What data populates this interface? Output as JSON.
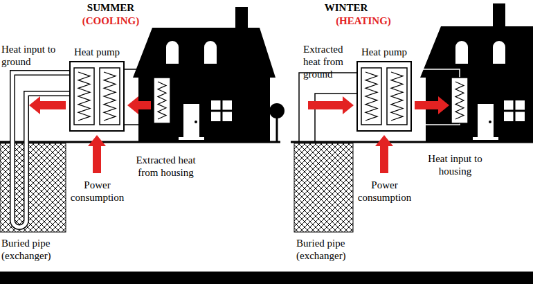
{
  "diagram": {
    "nodes": [
      {
        "text": [
          "Heat pump"
        ]
      },
      {
        "text": [
          "Heat pump"
        ]
      }
    ],
    "labels": [
      "SUMMER",
      "(COOLING)",
      "Heat input to ground",
      "Extracted heat from housing",
      "Power consumption",
      "Buried pipe (exchanger)",
      "WINTER",
      "(HEATING)",
      "Extracted heat from ground",
      "Heat input to housing",
      "Power consumption",
      "Buried pipe (exchanger)"
    ]
  }
}
